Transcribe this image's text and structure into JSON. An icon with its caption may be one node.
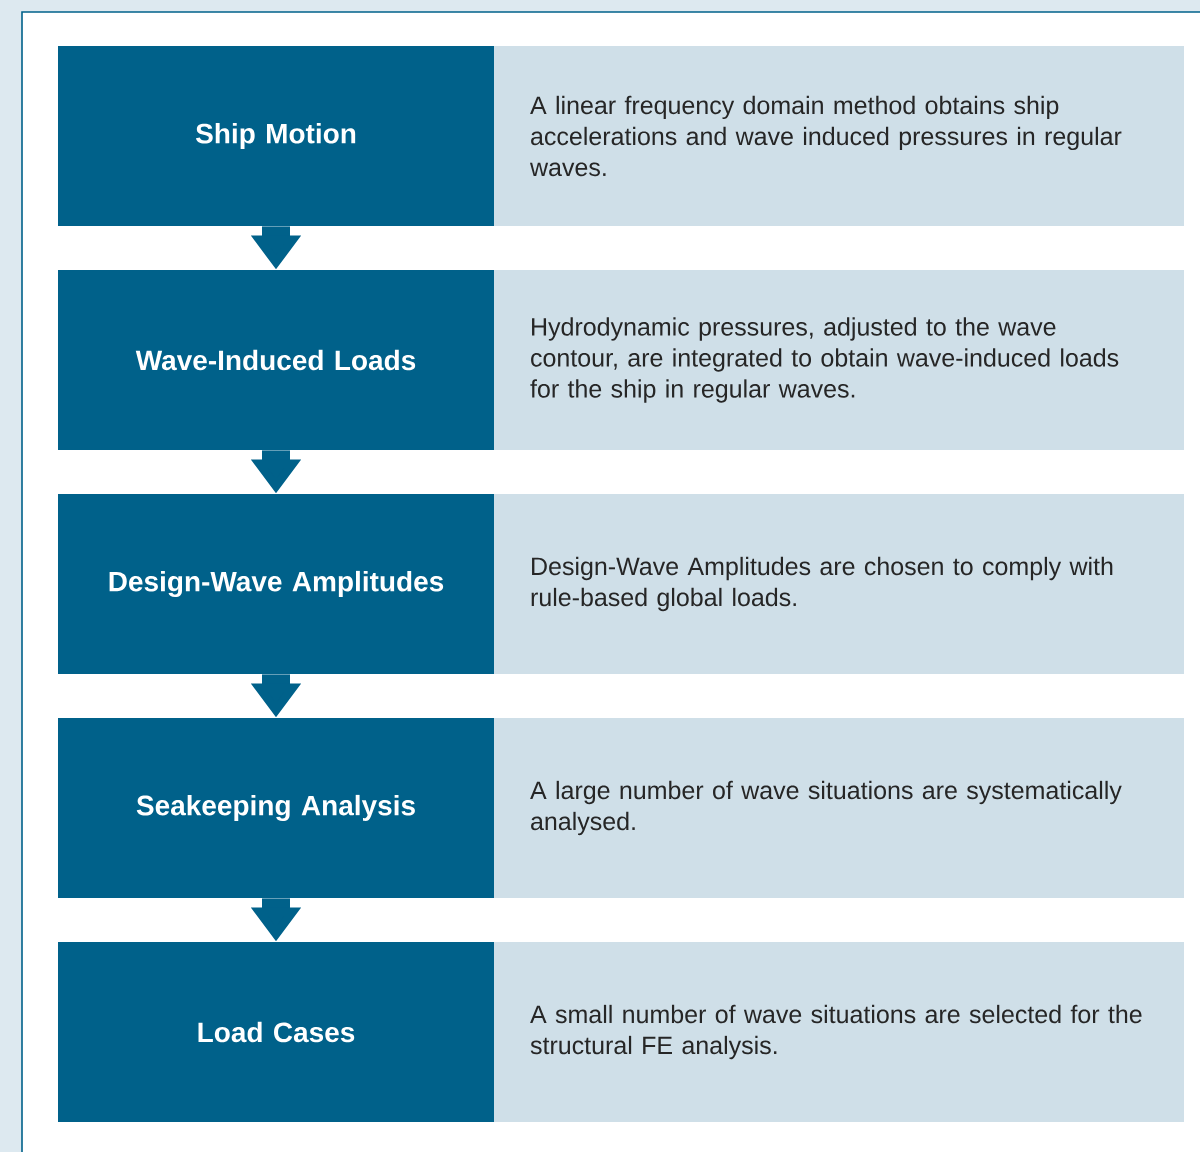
{
  "diagram": {
    "nodes": [
      {
        "text": [
          "Ship Motion"
        ]
      },
      {
        "text": [
          "A linear frequency domain method obtains ship accelerations and wave induced pressures in regular waves."
        ]
      },
      {
        "text": [
          "Wave-Induced Loads"
        ]
      },
      {
        "text": [
          "Hydrodynamic pressures, adjusted to the wave contour, are integrated to obtain wave-induced loads for the ship in regular waves."
        ]
      },
      {
        "text": [
          "Design-Wave Amplitudes"
        ]
      },
      {
        "text": [
          "Design-Wave Amplitudes are chosen to comply with rule-based global loads."
        ]
      },
      {
        "text": [
          "Seakeeping Analysis"
        ]
      },
      {
        "text": [
          "A large number of wave situations are systematically analysed."
        ]
      },
      {
        "text": [
          "Load Cases"
        ]
      },
      {
        "text": [
          "A small number of wave situations are selected for the structural FE analysis."
        ]
      }
    ],
    "edges": [
      {
        "from": 0,
        "to": 2,
        "arrow": "to"
      },
      {
        "from": 2,
        "to": 4,
        "arrow": "to"
      },
      {
        "from": 4,
        "to": 6,
        "arrow": "to"
      },
      {
        "from": 6,
        "to": 8,
        "arrow": "to"
      }
    ]
  }
}
